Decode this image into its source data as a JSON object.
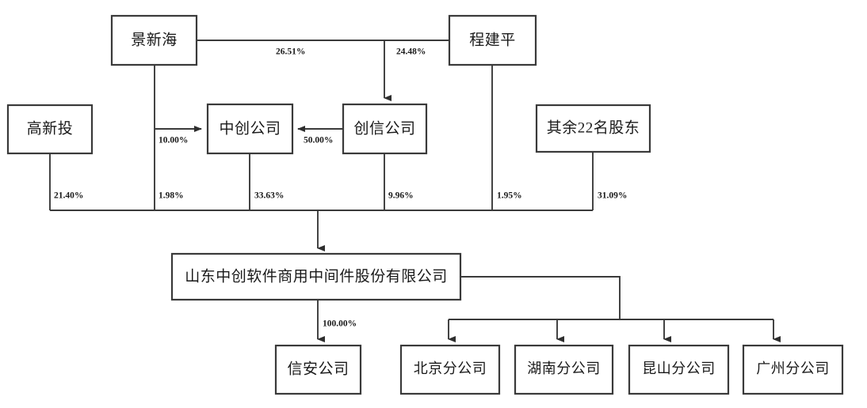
{
  "diagram": {
    "type": "ownership-structure-chart",
    "language": "zh-CN",
    "colors": {
      "background": "#ffffff",
      "box_border": "#3a3a3a",
      "line": "#3a3a3a",
      "text": "#1a1a1a"
    },
    "nodes": {
      "jing_xin_hai": {
        "label": "景新海"
      },
      "cheng_jian_ping": {
        "label": "程建平"
      },
      "gao_xin_tou": {
        "label": "高新投"
      },
      "zhong_chuang": {
        "label": "中创公司"
      },
      "chuang_xin": {
        "label": "创信公司"
      },
      "other_shareholders": {
        "label": "其余22名股东"
      },
      "main_company": {
        "label": "山东中创软件商用中间件股份有限公司"
      },
      "xin_an": {
        "label": "信安公司"
      },
      "beijing_branch": {
        "label": "北京分公司"
      },
      "hunan_branch": {
        "label": "湖南分公司"
      },
      "kunshan_branch": {
        "label": "昆山分公司"
      },
      "guangzhou_branch": {
        "label": "广州分公司"
      }
    },
    "edges": {
      "jing_to_chuangxin": {
        "label": "26.51%"
      },
      "cheng_to_chuangxin": {
        "label": "24.48%"
      },
      "jing_to_zhongchuang": {
        "label": "10.00%"
      },
      "chuangxin_to_zhongchuang": {
        "label": "50.00%"
      },
      "gaoxintou_to_main": {
        "label": "21.40%"
      },
      "jing_to_main": {
        "label": "1.98%"
      },
      "zhongchuang_to_main": {
        "label": "33.63%"
      },
      "chuangxin_to_main": {
        "label": "9.96%"
      },
      "cheng_to_main": {
        "label": "1.95%"
      },
      "others_to_main": {
        "label": "31.09%"
      },
      "main_to_xinan": {
        "label": "100.00%"
      }
    }
  }
}
